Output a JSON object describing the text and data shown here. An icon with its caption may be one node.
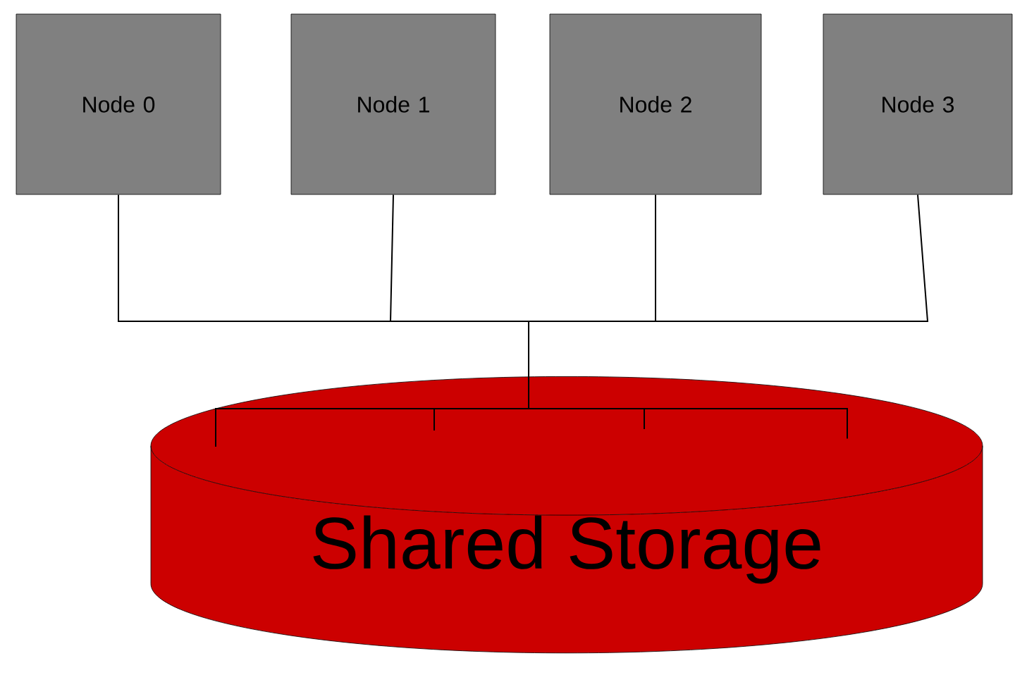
{
  "diagram": {
    "nodes": [
      {
        "text": [
          "Node 0"
        ]
      },
      {
        "text": [
          "Node 1"
        ]
      },
      {
        "text": [
          "Node 2"
        ]
      },
      {
        "text": [
          "Node 3"
        ]
      },
      {
        "text": [
          "Shared Storage"
        ]
      }
    ],
    "edges": [
      {
        "from": 0,
        "to": 4,
        "arrow": "none"
      },
      {
        "from": 1,
        "to": 4,
        "arrow": "none"
      },
      {
        "from": 2,
        "to": 4,
        "arrow": "none"
      },
      {
        "from": 3,
        "to": 4,
        "arrow": "none"
      }
    ]
  }
}
